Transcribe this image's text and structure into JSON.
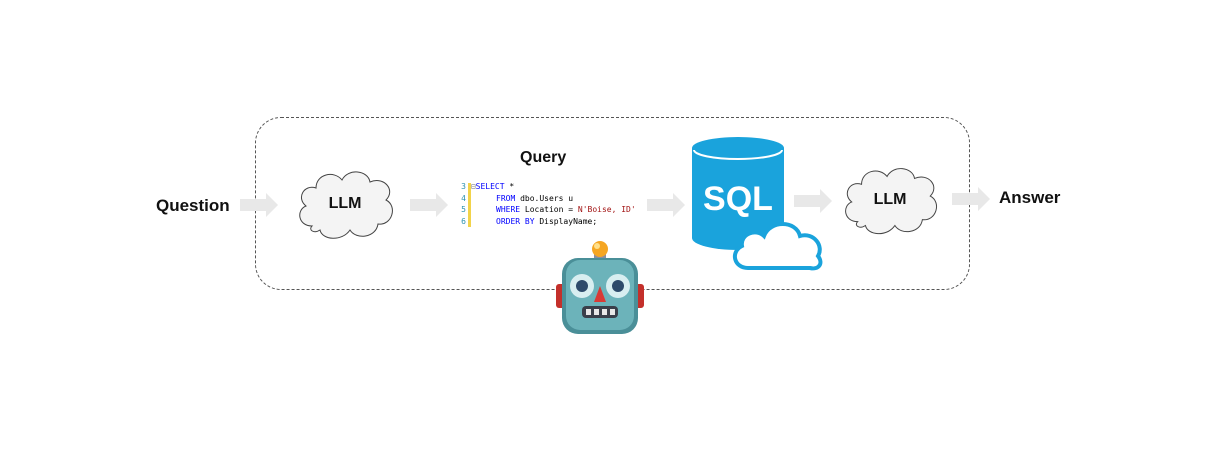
{
  "labels": {
    "question": "Question",
    "llm_first": "LLM",
    "query": "Query",
    "sql": "SQL",
    "llm_second": "LLM",
    "answer": "Answer"
  },
  "code": {
    "lines": [
      {
        "num": "3",
        "prefix": "",
        "kw": "SELECT",
        "rest": " *",
        "str": ""
      },
      {
        "num": "4",
        "prefix": "    ",
        "kw": "FROM",
        "rest": " dbo.Users u",
        "str": ""
      },
      {
        "num": "5",
        "prefix": "    ",
        "kw": "WHERE",
        "rest": " Location = ",
        "str": "N'Boise, ID'"
      },
      {
        "num": "6",
        "prefix": "    ",
        "kw": "ORDER BY",
        "rest": " DisplayName;",
        "str": ""
      }
    ]
  },
  "icons": {
    "database": "database-cylinder-icon",
    "cloud": "cloud-icon",
    "robot": "robot-icon",
    "arrow": "right-arrow-icon"
  },
  "colors": {
    "sql_blue": "#1aa3dc",
    "arrow_gray": "#e8e8e8",
    "robot_teal": "#5fa8b0"
  }
}
